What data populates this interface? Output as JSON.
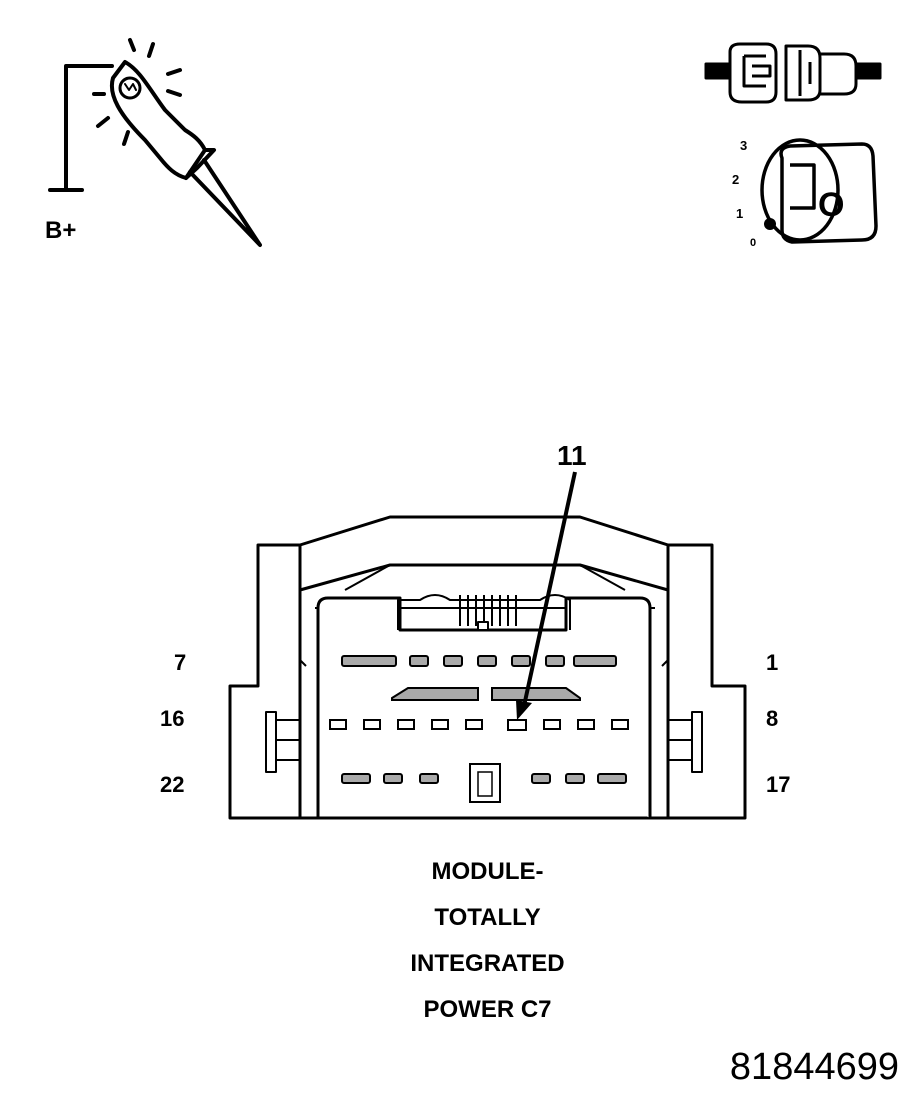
{
  "icons": {
    "probe": {
      "icon": "test-light-probe-icon",
      "label": "B+"
    },
    "connector_disconnect": {
      "icon": "connector-disconnect-icon"
    },
    "ignition": {
      "icon": "ignition-key-icon",
      "positions": [
        "3",
        "2",
        "1",
        "0"
      ],
      "key_letter": "O"
    }
  },
  "connector": {
    "callout": "11",
    "pin_labels": {
      "row1_left": "7",
      "row1_right": "1",
      "row2_left": "16",
      "row2_right": "8",
      "row3_left": "22",
      "row3_right": "17"
    },
    "caption_lines": [
      "MODULE-",
      "TOTALLY",
      "INTEGRATED",
      "POWER C7"
    ]
  },
  "document_number": "81844699"
}
